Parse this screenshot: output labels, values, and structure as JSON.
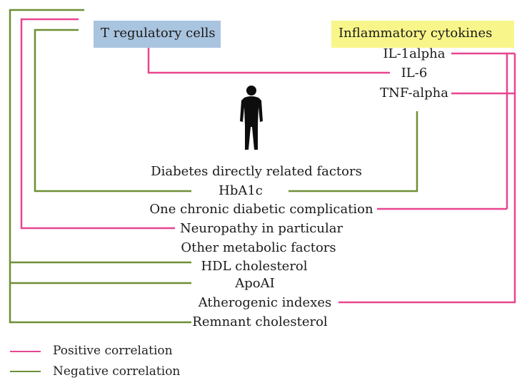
{
  "colors": {
    "positive": "#e8458f",
    "negative": "#6e8f35",
    "treg_box": "#a9c4df",
    "cytokine_box": "#f8f68a",
    "person": "#0d0d0d"
  },
  "boxes": {
    "treg": "T regulatory cells",
    "cytokines": "Inflammatory cytokines"
  },
  "cytokines": [
    "IL-1alpha",
    "IL-6",
    "TNF-alpha"
  ],
  "factors": [
    "Diabetes directly related factors",
    "HbA1c",
    "One chronic diabetic complication",
    "Neuropathy in particular",
    "Other metabolic factors",
    "HDL cholesterol",
    "ApoAI",
    "Atherogenic indexes",
    "Remnant cholesterol"
  ],
  "legend": {
    "positive": "Positive correlation",
    "negative": "Negative correlation"
  },
  "icons": {
    "person": "person-silhouette-icon"
  }
}
